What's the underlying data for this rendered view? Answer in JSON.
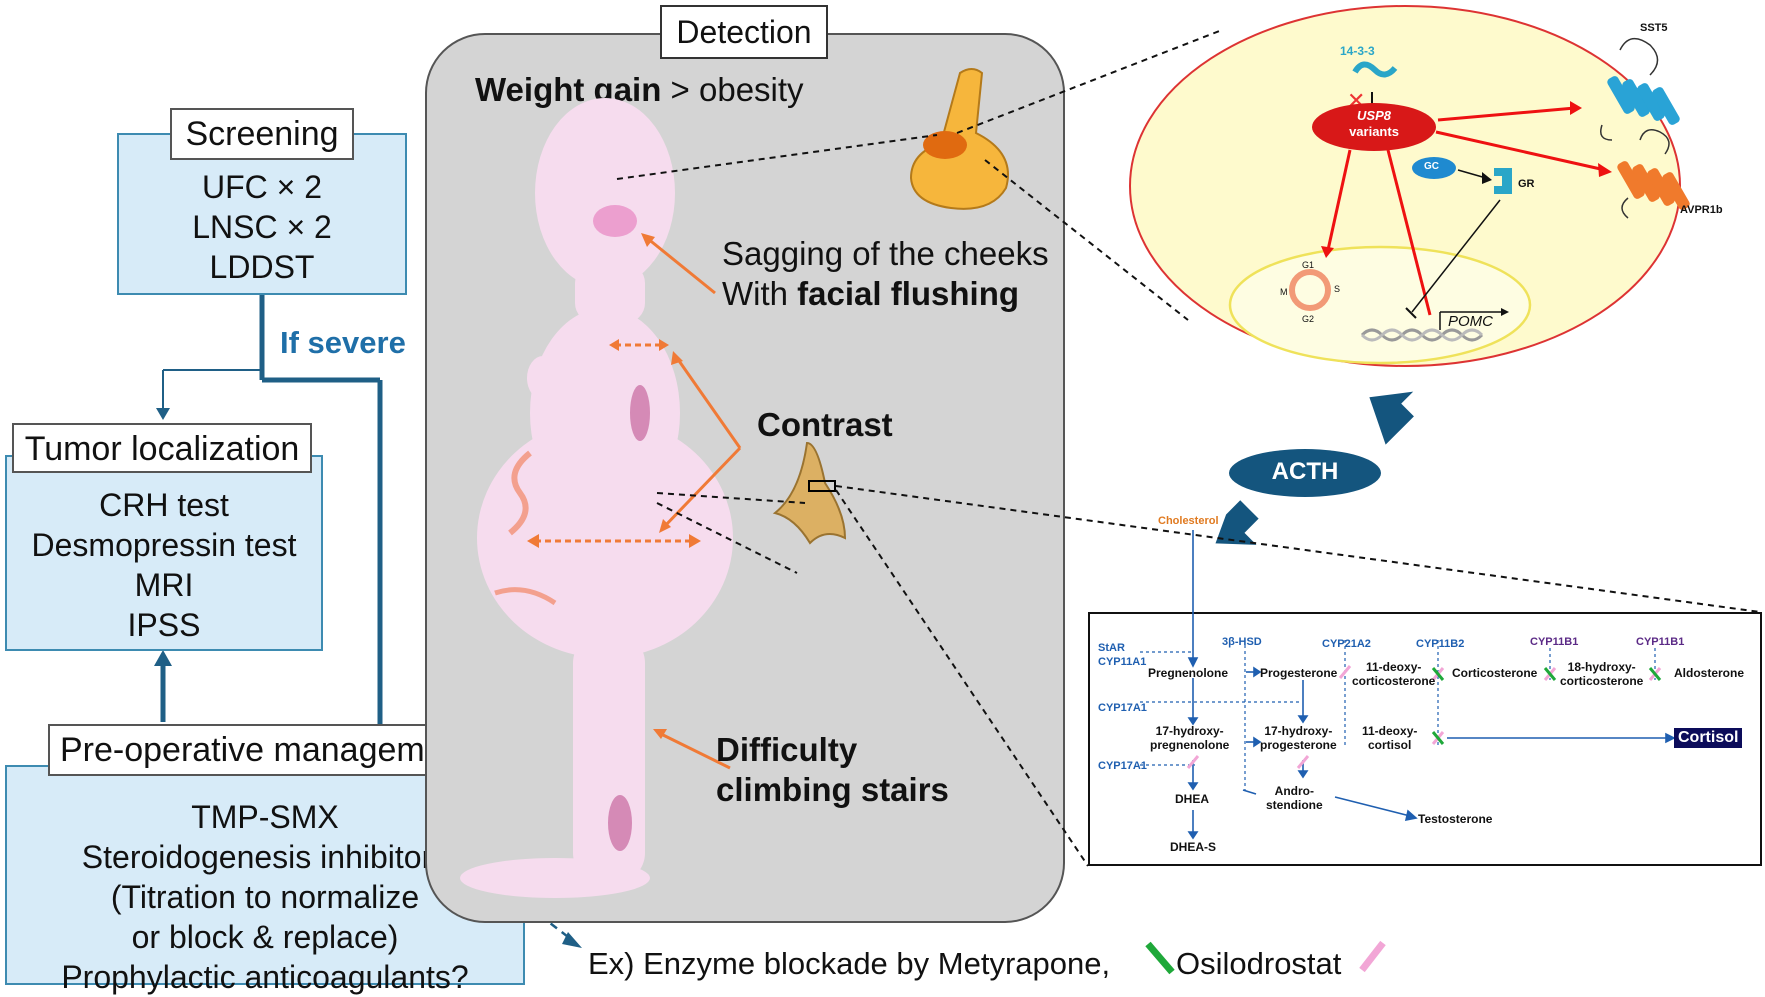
{
  "screening": {
    "title": "Screening",
    "items": [
      "UFC × 2",
      "LNSC × 2",
      "LDDST"
    ]
  },
  "if_severe": "If severe",
  "tumor_localization": {
    "title": "Tumor localization",
    "items": [
      "CRH test",
      "Desmopressin test",
      "MRI",
      "IPSS"
    ]
  },
  "preoperative": {
    "title": "Pre-operative management",
    "items": [
      "TMP-SMX",
      "Steroidogenesis inhibitors",
      "(Titration to normalize",
      "or block & replace)",
      "Prophylactic anticoagulants?"
    ]
  },
  "detection": {
    "title": "Detection",
    "weight_gain_bold": "Weight gain",
    "weight_gain_rest": " > obesity",
    "cheeks_line1": "Sagging of the cheeks",
    "cheeks_line2_prefix": "With ",
    "cheeks_line2_bold": "facial flushing",
    "contrast": "Contrast",
    "stairs_line1": "Difficulty",
    "stairs_line2": "climbing stairs"
  },
  "enzyme_note": {
    "prefix": "Ex) Enzyme blockade by Metyrapone,",
    "second": "Osilodrostat",
    "metyrapone_color": "#1fa83a",
    "osilodrostat_color": "#f2a6d6"
  },
  "cell": {
    "protein_14_3_3": "14-3-3",
    "usp8_line1": "USP8",
    "usp8_line2": "variants",
    "gc": "GC",
    "gr": "GR",
    "sst5": "SST5",
    "avpr1b": "AVPR1b",
    "g1": "G1",
    "s": "S",
    "g2": "G2",
    "m": "M",
    "pomc": "POMC"
  },
  "acth": "ACTH",
  "steroid": {
    "cholesterol": "Cholesterol",
    "star": "StAR",
    "cyp11a1": "CYP11A1",
    "hsd": "3β-HSD",
    "cyp21a2": "CYP21A2",
    "cyp11b2": "CYP11B2",
    "cyp11b1_a": "CYP11B1",
    "cyp11b1_b": "CYP11B1",
    "cyp17a1_a": "CYP17A1",
    "cyp17a1_b": "CYP17A1",
    "pregnenolone": "Pregnenolone",
    "progesterone": "Progesterone",
    "doc_1": "11-deoxy-",
    "doc_2": "corticosterone",
    "corticosterone": "Corticosterone",
    "hc_1": "18-hydroxy-",
    "hc_2": "corticosterone",
    "aldosterone": "Aldosterone",
    "hp_1": "17-hydroxy-",
    "hp_2": "pregnenolone",
    "hpg_1": "17-hydroxy-",
    "hpg_2": "progesterone",
    "dc_1": "11-deoxy-",
    "dc_2": "cortisol",
    "cortisol": "Cortisol",
    "dhea": "DHEA",
    "dheas": "DHEA-S",
    "andro_1": "Andro-",
    "andro_2": "stendione",
    "testosterone": "Testosterone"
  }
}
